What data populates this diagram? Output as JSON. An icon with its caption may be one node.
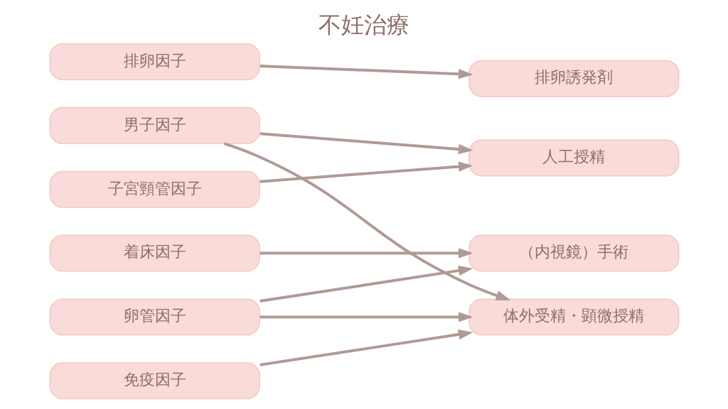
{
  "diagram": {
    "title": "不妊治療",
    "nodes": [
      {
        "text": [
          "排卵因子"
        ]
      },
      {
        "text": [
          "男子因子"
        ]
      },
      {
        "text": [
          "子宮頸管因子"
        ]
      },
      {
        "text": [
          "着床因子"
        ]
      },
      {
        "text": [
          "卵管因子"
        ]
      },
      {
        "text": [
          "免疫因子"
        ]
      },
      {
        "text": [
          "排卵誘発剤"
        ]
      },
      {
        "text": [
          "人工授精"
        ]
      },
      {
        "text": [
          "（内視鏡）手術"
        ]
      },
      {
        "text": [
          "体外受精・顕微授精"
        ]
      }
    ],
    "edges": [
      {
        "from": 0,
        "to": 6,
        "arrow": "to"
      },
      {
        "from": 1,
        "to": 7,
        "arrow": "to"
      },
      {
        "from": 1,
        "to": 9,
        "arrow": "to"
      },
      {
        "from": 2,
        "to": 7,
        "arrow": "to"
      },
      {
        "from": 3,
        "to": 8,
        "arrow": "to"
      },
      {
        "from": 4,
        "to": 8,
        "arrow": "to"
      },
      {
        "from": 4,
        "to": 9,
        "arrow": "to"
      },
      {
        "from": 5,
        "to": 9,
        "arrow": "to"
      }
    ]
  }
}
